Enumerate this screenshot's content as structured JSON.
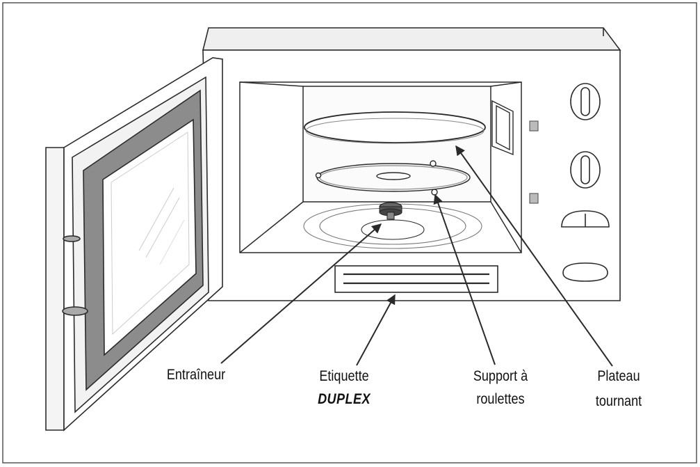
{
  "labels": {
    "entraineur": "Entraîneur",
    "etiquette": "Etiquette",
    "duplex": "DUPLEX",
    "support_line1": "Support à",
    "support_line2": "roulettes",
    "plateau_line1": "Plateau",
    "plateau_line2": "tournant"
  },
  "colors": {
    "line": "#2a2a2a",
    "door_seal": "#8c8c8c",
    "shadow": "#c8c8c8",
    "body": "#ffffff"
  }
}
